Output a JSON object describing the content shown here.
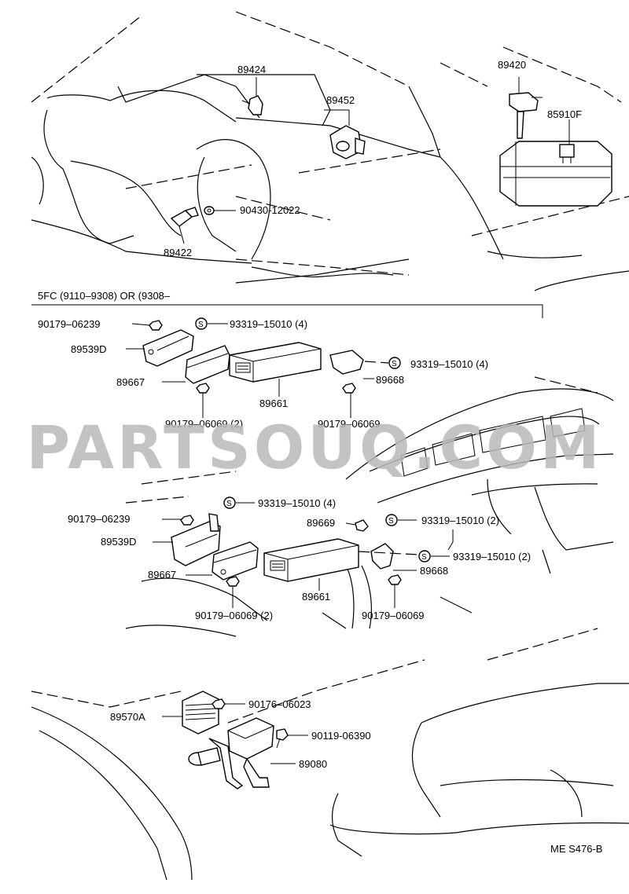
{
  "watermark": "PARTSOUQ.COM",
  "diagram_code": "ME S476-B",
  "section_note": "5FC (9110–9308) OR (9308–",
  "top": {
    "p89424": "89424",
    "p89452": "89452",
    "p89420": "89420",
    "p85910F": "85910F",
    "p90430": "90430-12022",
    "p89422": "89422"
  },
  "middle": {
    "p90179_06239": "90179–06239",
    "p93319_a": "93319–15010 (4)",
    "p89539D": "89539D",
    "p93319_b": "93319–15010 (4)",
    "p89667": "89667",
    "p89668": "89668",
    "p89661": "89661",
    "p90179_06069_2": "90179–06069 (2)",
    "p90179_06069": "90179–06069"
  },
  "lower": {
    "p93319_c": "93319–15010 (4)",
    "p90179_06239": "90179–06239",
    "p89669": "89669",
    "p93319_d": "93319–15010 (2)",
    "p89539D": "89539D",
    "p93319_e": "93319–15010 (2)",
    "p89667": "89667",
    "p89668": "89668",
    "p89661": "89661",
    "p90179_06069_2": "90179–06069 (2)",
    "p90179_06069": "90179–06069"
  },
  "bottom": {
    "p90176": "90176–06023",
    "p89570A": "89570A",
    "p90119": "90119-06390",
    "p89080": "89080"
  },
  "s_marker": "S"
}
